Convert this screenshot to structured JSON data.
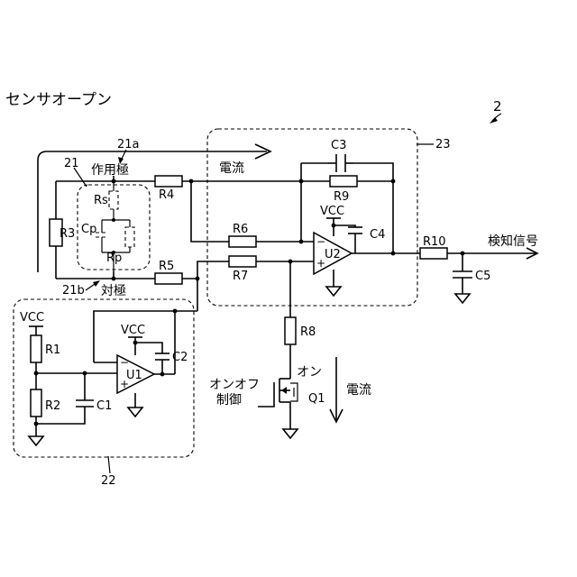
{
  "diagram": {
    "title": "センサオープン",
    "figure_ref": "2",
    "labels": {
      "working_electrode": "作用極",
      "counter_electrode": "対極",
      "ref_21": "21",
      "ref_21a": "21a",
      "ref_21b": "21b",
      "ref_22": "22",
      "ref_23": "23",
      "current_top": "電流",
      "current_right": "電流",
      "detection_signal": "検知信号",
      "on_off_line1": "オンオフ",
      "on_off_line2": "制御",
      "switch_on": "オン"
    },
    "components": {
      "R1": "R1",
      "R2": "R2",
      "R3": "R3",
      "R4": "R4",
      "R5": "R5",
      "R6": "R6",
      "R7": "R7",
      "R8": "R8",
      "R9": "R9",
      "R10": "R10",
      "C1": "C1",
      "C2": "C2",
      "C3": "C3",
      "C4": "C4",
      "C5": "C5",
      "Rs": "Rs",
      "Rp": "Rp",
      "Cp": "Cp",
      "U1": "U1",
      "U2": "U2",
      "Q1": "Q1",
      "VCC_a": "VCC",
      "VCC_b": "VCC",
      "VCC_c": "VCC"
    }
  }
}
